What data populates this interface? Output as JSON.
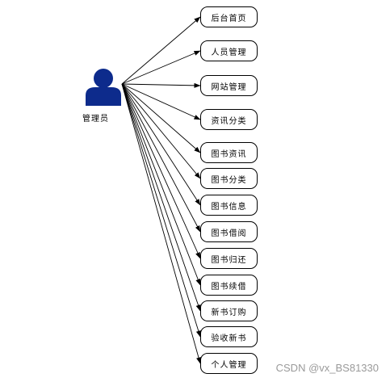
{
  "actor": {
    "label": "管理员",
    "icon": "user-icon",
    "color": "#0d2b8c"
  },
  "modules": [
    {
      "label": "后台首页"
    },
    {
      "label": "人员管理"
    },
    {
      "label": "网站管理"
    },
    {
      "label": "资讯分类"
    },
    {
      "label": "图书资讯"
    },
    {
      "label": "图书分类"
    },
    {
      "label": "图书信息"
    },
    {
      "label": "图书借阅"
    },
    {
      "label": "图书归还"
    },
    {
      "label": "图书续借"
    },
    {
      "label": "新书订购"
    },
    {
      "label": "验收新书"
    },
    {
      "label": "个人管理"
    }
  ],
  "watermark": "CSDN @vx_BS81330"
}
